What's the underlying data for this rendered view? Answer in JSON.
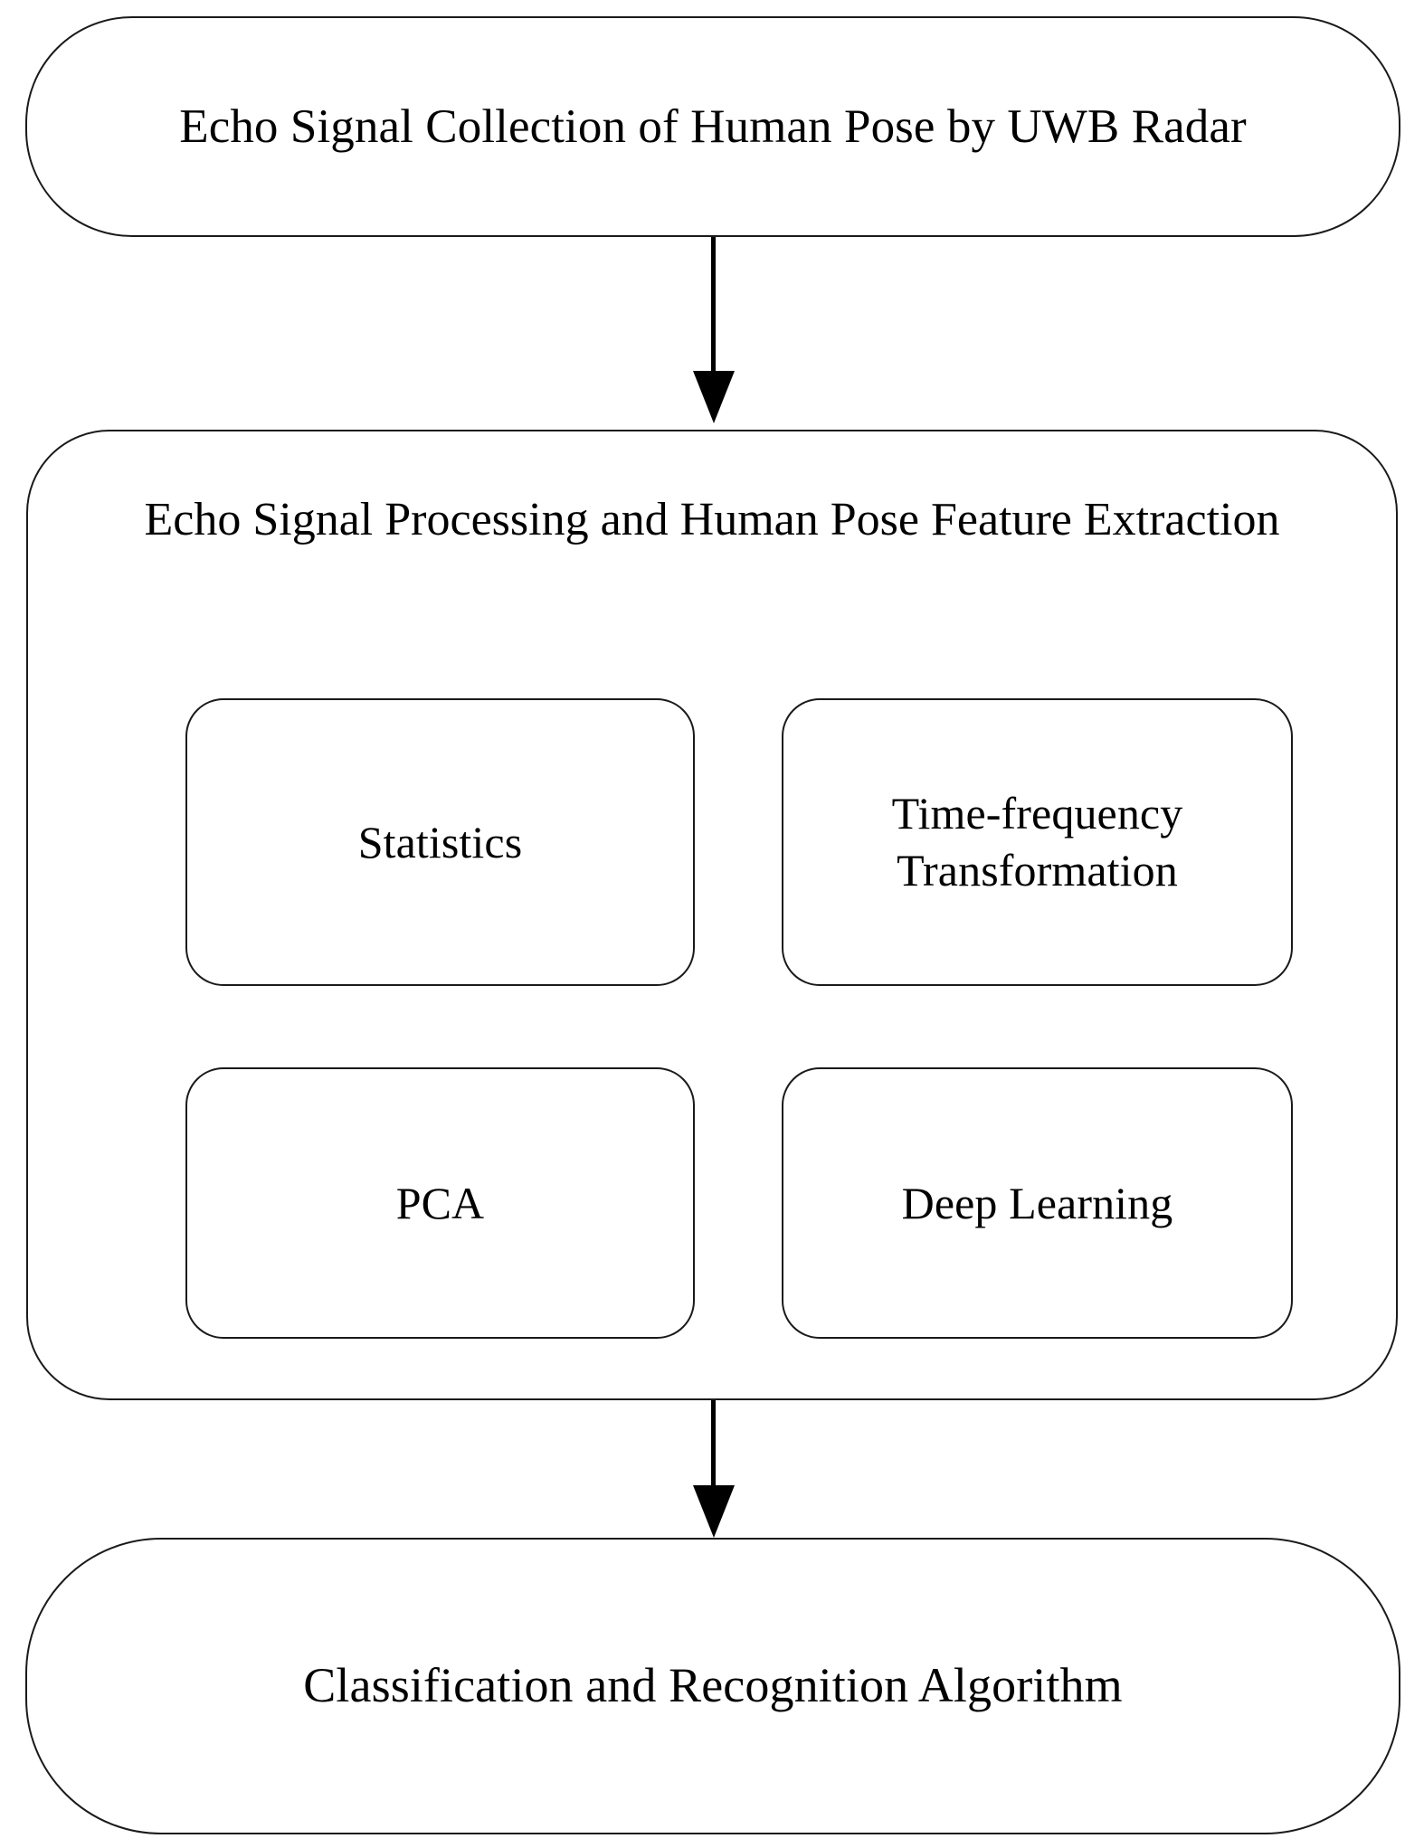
{
  "diagram": {
    "type": "flowchart",
    "orientation": "top-to-bottom",
    "background_color": "#ffffff",
    "stroke_color": "#1a1a1a",
    "text_color": "#000000",
    "stages": [
      {
        "id": "collection",
        "shape": "rounded-terminal",
        "label": "Echo Signal Collection of Human Pose by UWB Radar"
      },
      {
        "id": "processing",
        "shape": "rounded-container",
        "label": "Echo Signal Processing and Human Pose Feature Extraction",
        "methods": [
          {
            "id": "statistics",
            "label": "Statistics"
          },
          {
            "id": "timefreq",
            "label": "Time-frequency Transformation"
          },
          {
            "id": "pca",
            "label": "PCA"
          },
          {
            "id": "deeplearning",
            "label": "Deep Learning"
          }
        ]
      },
      {
        "id": "classification",
        "shape": "rounded-terminal",
        "label": "Classification and Recognition Algorithm"
      }
    ],
    "connectors": [
      {
        "id": "collection-to-processing",
        "from": "collection",
        "to": "processing",
        "style": "solid-arrow-down"
      },
      {
        "id": "processing-to-classification",
        "from": "processing",
        "to": "classification",
        "style": "solid-arrow-down"
      }
    ]
  }
}
